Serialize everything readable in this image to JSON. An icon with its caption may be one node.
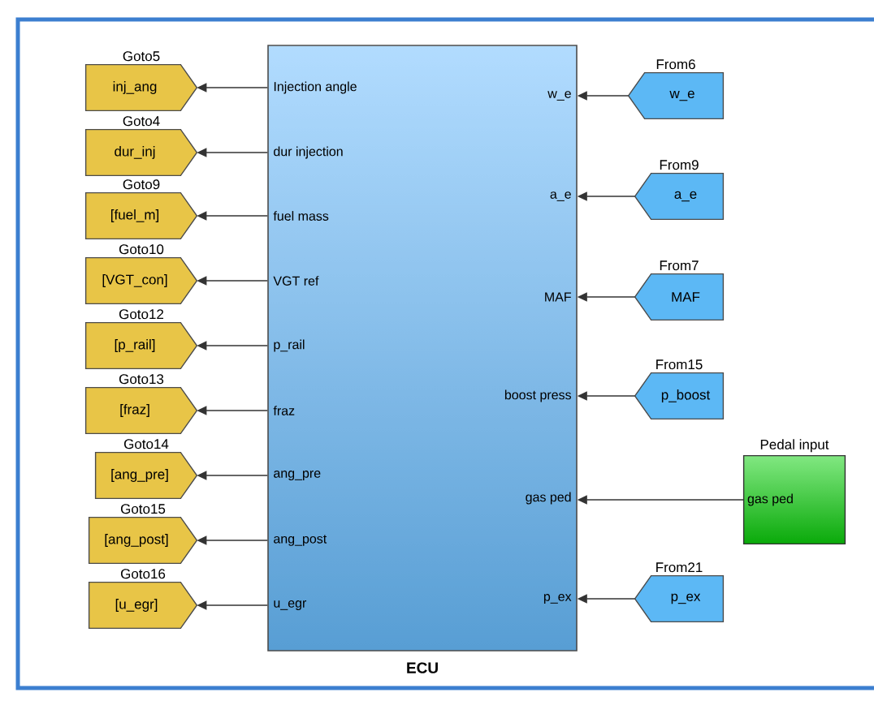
{
  "diagram": {
    "nodes": [
      {
        "text": [
          "Injection angle",
          "dur injection",
          "fuel mass",
          "VGT ref",
          "p_rail",
          "fraz",
          "ang_pre",
          "ang_post",
          "u_egr",
          "w_e",
          "a_e",
          "MAF",
          "boost press",
          "gas ped",
          "p_ex"
        ],
        "beside": [
          "ECU"
        ]
      },
      {
        "text": [
          "inj_ang"
        ],
        "beside": [
          "Goto5"
        ]
      },
      {
        "text": [
          "dur_inj"
        ],
        "beside": [
          "Goto4"
        ]
      },
      {
        "text": [
          "[fuel_m]"
        ],
        "beside": [
          "Goto9"
        ]
      },
      {
        "text": [
          "[VGT_con]"
        ],
        "beside": [
          "Goto10"
        ]
      },
      {
        "text": [
          "[p_rail]"
        ],
        "beside": [
          "Goto12"
        ]
      },
      {
        "text": [
          "[fraz]"
        ],
        "beside": [
          "Goto13"
        ]
      },
      {
        "text": [
          "[ang_pre]"
        ],
        "beside": [
          "Goto14"
        ]
      },
      {
        "text": [
          "[ang_post]"
        ],
        "beside": [
          "Goto15"
        ]
      },
      {
        "text": [
          "[u_egr]"
        ],
        "beside": [
          "Goto16"
        ]
      },
      {
        "text": [
          "w_e"
        ],
        "beside": [
          "From6"
        ]
      },
      {
        "text": [
          "a_e"
        ],
        "beside": [
          "From9"
        ]
      },
      {
        "text": [
          "MAF"
        ],
        "beside": [
          "From7"
        ]
      },
      {
        "text": [
          "p_boost"
        ],
        "beside": [
          "From15"
        ]
      },
      {
        "text": [
          "gas ped"
        ],
        "beside": [
          "Pedal input"
        ]
      },
      {
        "text": [
          "p_ex"
        ],
        "beside": [
          "From21"
        ]
      }
    ],
    "edges": [
      {
        "from": 0,
        "to": 1,
        "arrow": "to"
      },
      {
        "from": 0,
        "to": 2,
        "arrow": "to"
      },
      {
        "from": 0,
        "to": 3,
        "arrow": "to"
      },
      {
        "from": 0,
        "to": 4,
        "arrow": "to"
      },
      {
        "from": 0,
        "to": 5,
        "arrow": "to"
      },
      {
        "from": 0,
        "to": 6,
        "arrow": "to"
      },
      {
        "from": 0,
        "to": 7,
        "arrow": "to"
      },
      {
        "from": 0,
        "to": 8,
        "arrow": "to"
      },
      {
        "from": 0,
        "to": 9,
        "arrow": "to"
      },
      {
        "from": 10,
        "to": 0,
        "arrow": "to"
      },
      {
        "from": 11,
        "to": 0,
        "arrow": "to"
      },
      {
        "from": 12,
        "to": 0,
        "arrow": "to"
      },
      {
        "from": 13,
        "to": 0,
        "arrow": "to"
      },
      {
        "from": 14,
        "to": 0,
        "arrow": "to"
      },
      {
        "from": 15,
        "to": 0,
        "arrow": "to"
      }
    ]
  }
}
